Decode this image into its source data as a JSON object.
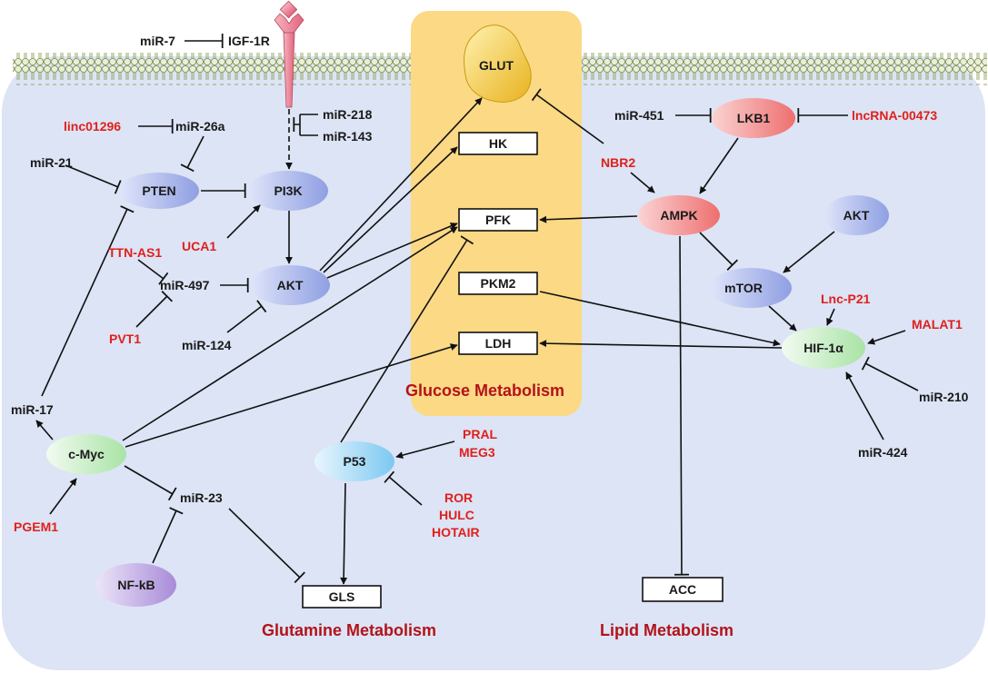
{
  "colors": {
    "cell_bg": "#dce4f5",
    "glucose_panel": "#fbd985",
    "section_title": "#b3131a",
    "noncoding_rna": "#e0201c",
    "node_blue": "#a9b6ec",
    "node_red": "#f28d8d",
    "node_green": "#c8edc6",
    "node_cyan": "#9fd7f5",
    "node_purple": "#c3aee6",
    "glut": "#f2c93b",
    "receptor": "#ef8a9c"
  },
  "sections": {
    "glucose": "Glucose Metabolism",
    "glutamine": "Glutamine Metabolism",
    "lipid": "Lipid Metabolism"
  },
  "nodes": {
    "pten": "PTEN",
    "pi3k": "PI3K",
    "akt_left": "AKT",
    "akt_right": "AKT",
    "lkb1": "LKB1",
    "ampk": "AMPK",
    "mtor": "mTOR",
    "hif1a": "HIF-1α",
    "cmyc": "c-Myc",
    "p53": "P53",
    "nfkb": "NF-kB",
    "glut": "GLUT",
    "igf1r": "IGF-1R"
  },
  "enzymes": {
    "hk": "HK",
    "pfk": "PFK",
    "pkm2": "PKM2",
    "ldh": "LDH",
    "gls": "GLS",
    "acc": "ACC"
  },
  "mirnas": {
    "mir7": "miR-7",
    "mir26a": "miR-26a",
    "mir21": "miR-21",
    "mir218": "miR-218",
    "mir143": "miR-143",
    "mir497": "miR-497",
    "mir124": "miR-124",
    "mir17": "miR-17",
    "mir23": "miR-23",
    "mir451": "miR-451",
    "mir210": "miR-210",
    "mir424": "miR-424"
  },
  "lncrnas": {
    "linc01296": "linc01296",
    "uca1": "UCA1",
    "ttn_as1": "TTN-AS1",
    "pvt1": "PVT1",
    "pgem1": "PGEM1",
    "nbr2": "NBR2",
    "lncrna00473": "lncRNA-00473",
    "lnc_p21": "Lnc-P21",
    "malat1": "MALAT1",
    "pral": "PRAL",
    "meg3": "MEG3",
    "ror": "ROR",
    "hulc": "HULC",
    "hotair": "HOTAIR"
  }
}
